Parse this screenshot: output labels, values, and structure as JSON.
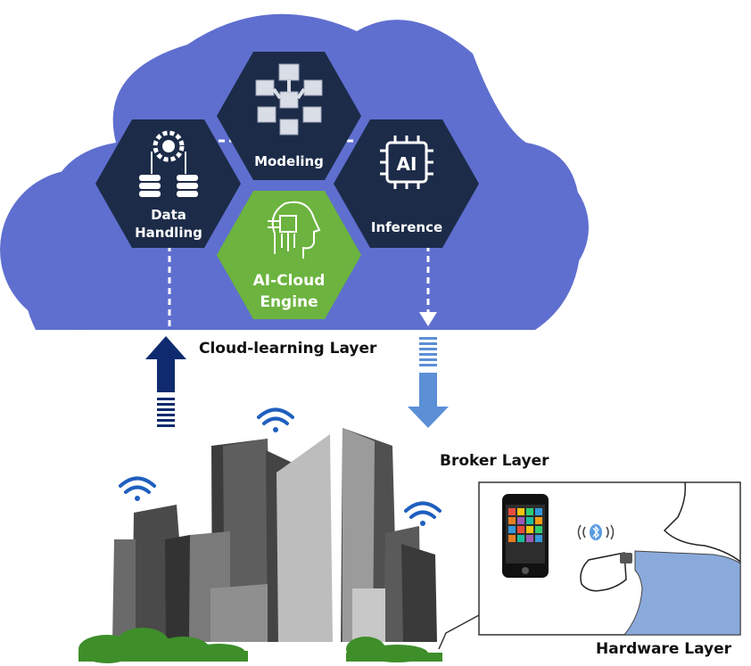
{
  "colors": {
    "cloud": "#5f6fcf",
    "hex_dark": "#1c2b48",
    "hex_green": "#6cb33f",
    "arrow_up": "#0f2a6e",
    "arrow_down": "#5b8fd6",
    "wifi": "#1f5fbf",
    "bush": "#3e8e2a",
    "arm": "#8aaadc"
  },
  "hexagons": {
    "modeling": {
      "label": "Modeling",
      "icon": "blocks-network-icon"
    },
    "data_handling": {
      "label_line1": "Data",
      "label_line2": "Handling",
      "icon": "gear-database-icon"
    },
    "inference": {
      "label": "Inference",
      "icon": "ai-chip-icon",
      "chip_text": "AI"
    },
    "engine": {
      "label_line1": "AI-Cloud",
      "label_line2": "Engine",
      "icon": "ai-head-circuit-icon"
    }
  },
  "layers": {
    "cloud": "Cloud-learning Layer",
    "broker": "Broker Layer",
    "hardware": "Hardware Layer"
  }
}
